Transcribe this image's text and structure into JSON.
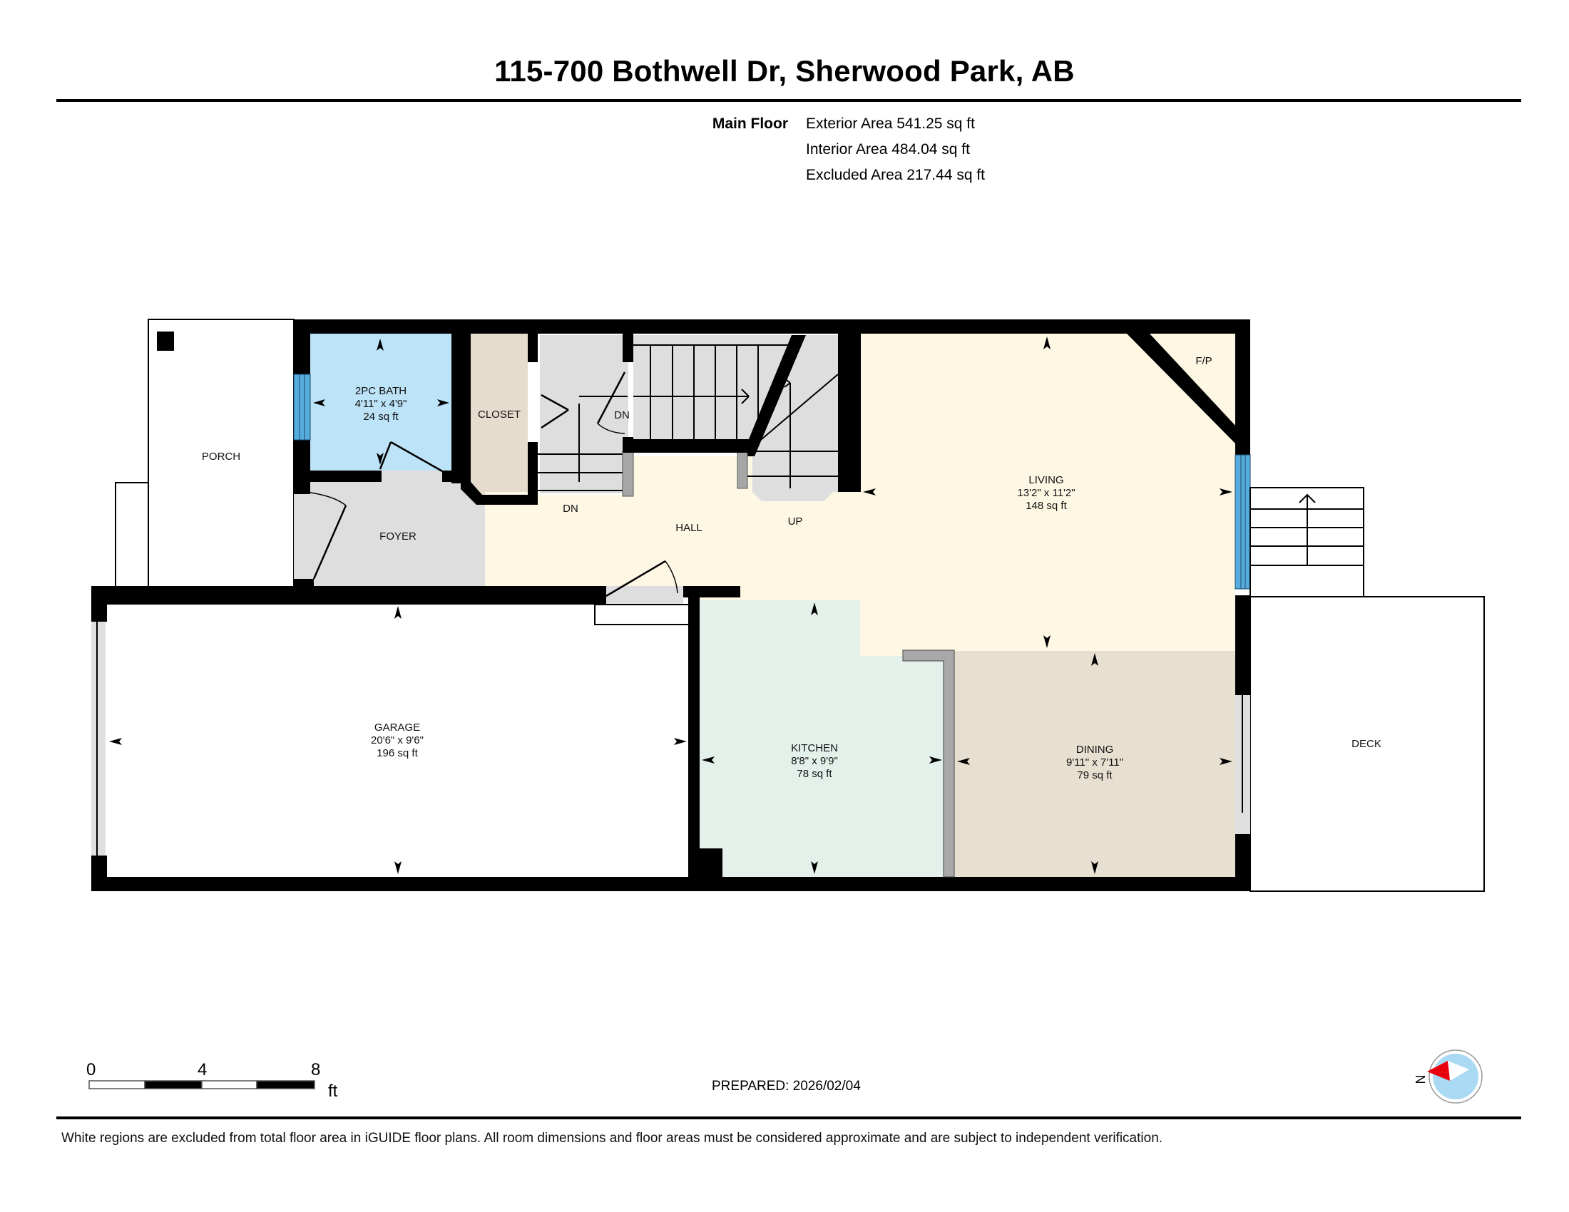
{
  "header": {
    "title": "115-700 Bothwell Dr, Sherwood Park, AB"
  },
  "areas": {
    "floor_label": "Main Floor",
    "exterior": "Exterior Area 541.25 sq ft",
    "interior": "Interior Area 484.04 sq ft",
    "excluded": "Excluded Area 217.44 sq ft"
  },
  "rooms": {
    "porch": {
      "name": "PORCH"
    },
    "bath": {
      "name": "2PC BATH",
      "dims": "4'11\" x 4'9\"",
      "area": "24 sq ft"
    },
    "closet": {
      "name": "CLOSET"
    },
    "foyer": {
      "name": "FOYER"
    },
    "hall": {
      "name": "HALL"
    },
    "stairs_dn_1": "DN",
    "stairs_dn_2": "DN",
    "stairs_up": "UP",
    "fireplace": "F/P",
    "living": {
      "name": "LIVING",
      "dims": "13'2\" x 11'2\"",
      "area": "148 sq ft"
    },
    "garage": {
      "name": "GARAGE",
      "dims": "20'6\" x 9'6\"",
      "area": "196 sq ft"
    },
    "kitchen": {
      "name": "KITCHEN",
      "dims": "8'8\" x 9'9\"",
      "area": "78 sq ft"
    },
    "dining": {
      "name": "DINING",
      "dims": "9'11\" x 7'11\"",
      "area": "79 sq ft"
    },
    "deck": {
      "name": "DECK"
    }
  },
  "colors": {
    "bath": "#bde3f8",
    "closet": "#e6dccd",
    "foyer": "#dedede",
    "hall_living": "#fdf7e4",
    "kitchen": "#e3f1ea",
    "dining": "#e7dfd0",
    "window": "#56acdc",
    "wall": "#000000",
    "compass_disc": "#a9d9f3",
    "compass_needle": "#e8000b"
  },
  "scale_bar": {
    "labels": [
      "0",
      "4",
      "8"
    ],
    "unit": "ft"
  },
  "compass": {
    "label": "N"
  },
  "footer": {
    "prepared": "PREPARED: 2026/02/04",
    "disclaimer": "White regions are excluded from total floor area in iGUIDE floor plans. All room dimensions and floor areas must be considered approximate and are subject to independent verification."
  }
}
